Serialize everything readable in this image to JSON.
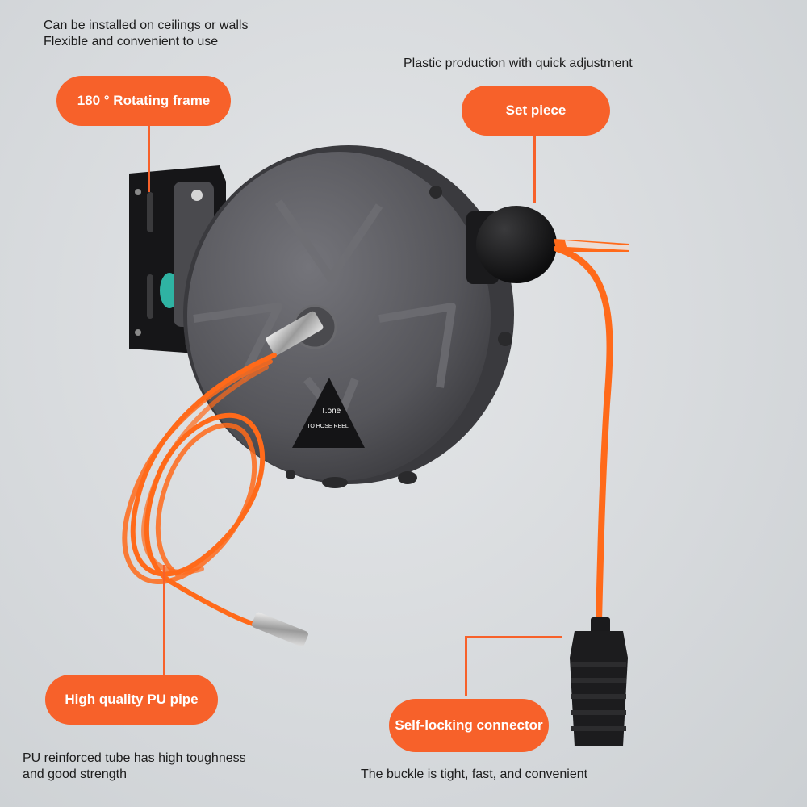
{
  "captions": {
    "top_left_line1": "Can be installed on ceilings or walls",
    "top_left_line2": "Flexible and convenient to use",
    "top_right": "Plastic production with quick adjustment",
    "bottom_left_line1": "PU reinforced tube has high toughness",
    "bottom_left_line2": "and good strength",
    "bottom_right": "The buckle is tight, fast, and convenient"
  },
  "labels": {
    "rotating_frame": "180 ° Rotating frame",
    "set_piece": "Set piece",
    "pu_pipe": "High quality PU pipe",
    "connector": "Self-locking connector"
  },
  "product": {
    "brand": "T.one",
    "badge_text": "TO HOSE REEL"
  },
  "colors": {
    "accent": "#f7612a",
    "hose": "#ff6a1a",
    "reel_body": "#5e5e62"
  }
}
